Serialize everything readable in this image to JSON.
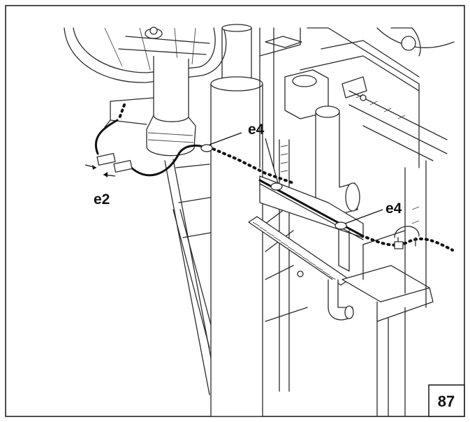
{
  "figure": {
    "number": "87",
    "callouts": {
      "e2": "e2",
      "e4_top": "e4",
      "e4_right": "e4"
    },
    "colors": {
      "line": "#2a2a2a",
      "cable": "#111111",
      "background": "#ffffff"
    }
  }
}
